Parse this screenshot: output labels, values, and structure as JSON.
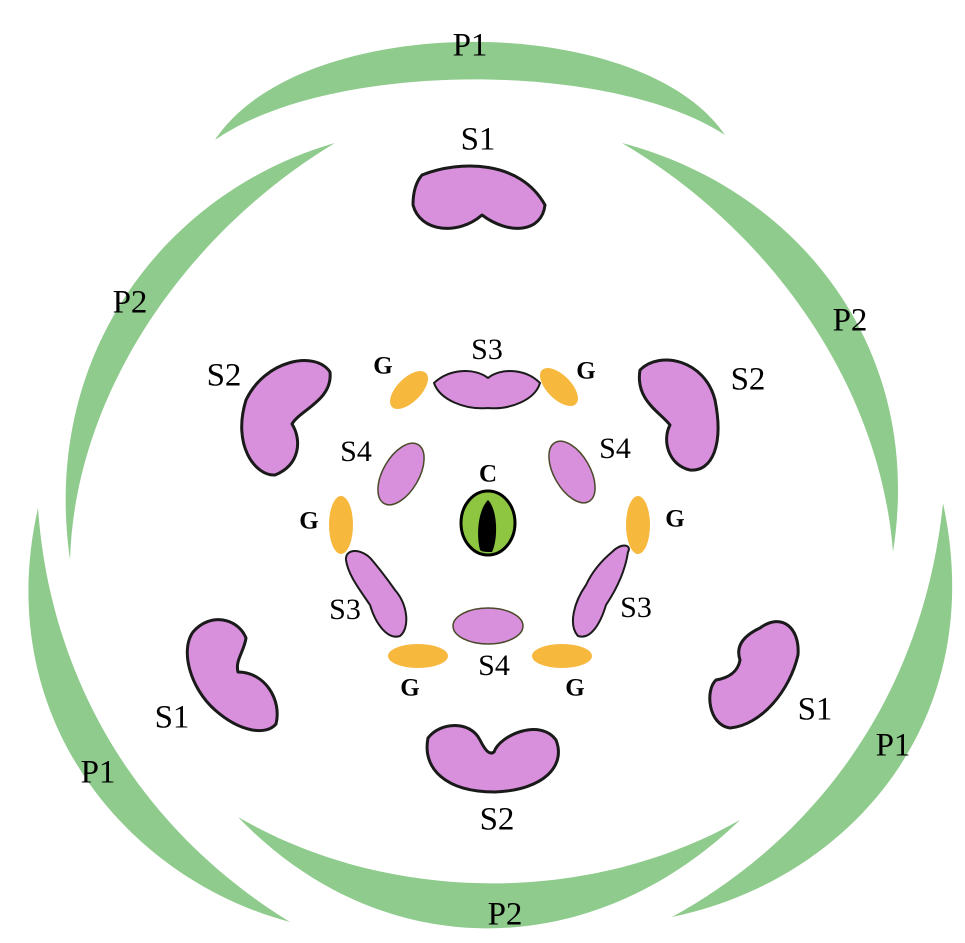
{
  "colors": {
    "petal": "#8fcb8c",
    "stamen": "#d890dc",
    "gland": "#f7b83e",
    "carpel": "#8ec641",
    "outline": "#1a1a1a",
    "background": "#ffffff"
  },
  "labels": {
    "outer_petal": "P1",
    "inner_petal": "P2",
    "stamen_1": "S1",
    "stamen_2": "S2",
    "stamen_3": "S3",
    "stamen_4": "S4",
    "gland": "G",
    "carpel": "C"
  }
}
